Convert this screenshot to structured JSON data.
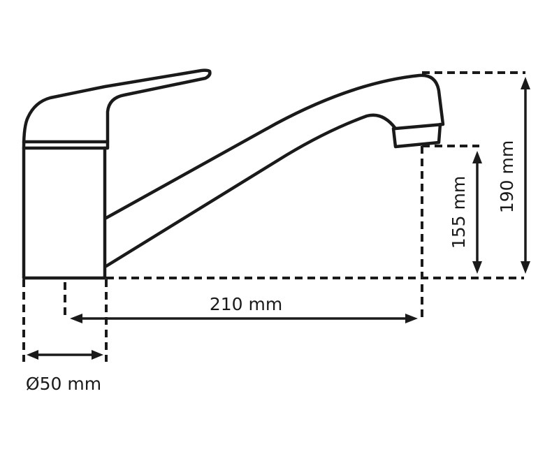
{
  "dimensions": {
    "diameter": "Ø50 mm",
    "spout_reach": "210 mm",
    "spout_height": "155 mm",
    "total_height": "190 mm"
  },
  "colors": {
    "line": "#1a1a1a",
    "background": "#ffffff"
  }
}
